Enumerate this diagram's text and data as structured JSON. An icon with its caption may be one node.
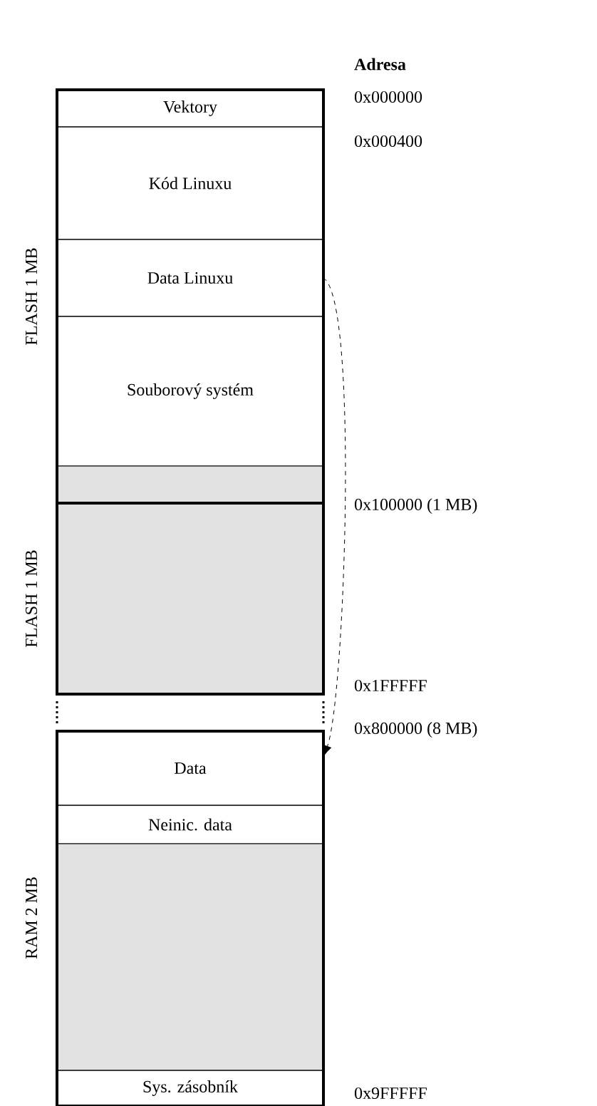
{
  "diagram": {
    "nodes": [
      {
        "text": [],
        "shape": "box",
        "beside": [
          "FLASH 1 MB"
        ]
      },
      {
        "text": [
          "Vektory"
        ],
        "in": 0
      },
      {
        "text": [
          "Kód Linuxu"
        ],
        "in": 0
      },
      {
        "text": [
          "Data Linuxu"
        ],
        "in": 0
      },
      {
        "text": [
          "Souborový systém"
        ],
        "in": 0
      },
      {
        "text": [],
        "shape": "box",
        "in": 0
      },
      {
        "text": [],
        "shape": "box",
        "beside": [
          "FLASH 1 MB"
        ]
      },
      {
        "text": [],
        "shape": "box",
        "beside": [
          "RAM 2 MB"
        ]
      },
      {
        "text": [
          "Data"
        ],
        "in": 7
      },
      {
        "text": [
          "Neinic. data"
        ],
        "in": 7
      },
      {
        "text": [],
        "shape": "box",
        "in": 7
      },
      {
        "text": [
          "Sys. zásobník"
        ],
        "in": 7
      }
    ],
    "edges": [
      {
        "from": 3,
        "to": 8,
        "arrow": "to",
        "style": "dashed"
      }
    ],
    "labels": [
      "Adresa",
      "0x000000",
      "0x000400",
      "0x100000 (1 MB)",
      "0x1FFFFF",
      "0x800000 (8 MB)",
      "0x9FFFFF"
    ]
  }
}
